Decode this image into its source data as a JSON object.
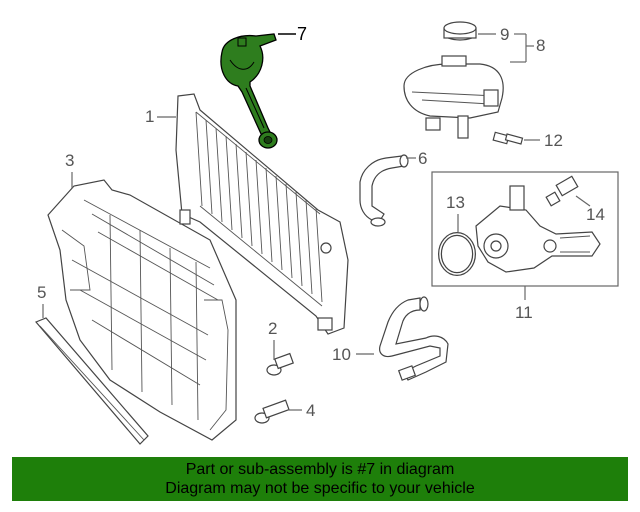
{
  "banner": {
    "line1": "Part or sub-assembly is #7 in diagram",
    "line2": "Diagram may not be specific to your vehicle",
    "background": "#1e7f0a"
  },
  "highlight_color": "#2e7d1e",
  "callouts": {
    "c1": "1",
    "c2": "2",
    "c3": "3",
    "c4": "4",
    "c5": "5",
    "c6": "6",
    "c7": "7",
    "c8": "8",
    "c9": "9",
    "c10": "10",
    "c11": "11",
    "c12": "12",
    "c13": "13",
    "c14": "14"
  }
}
